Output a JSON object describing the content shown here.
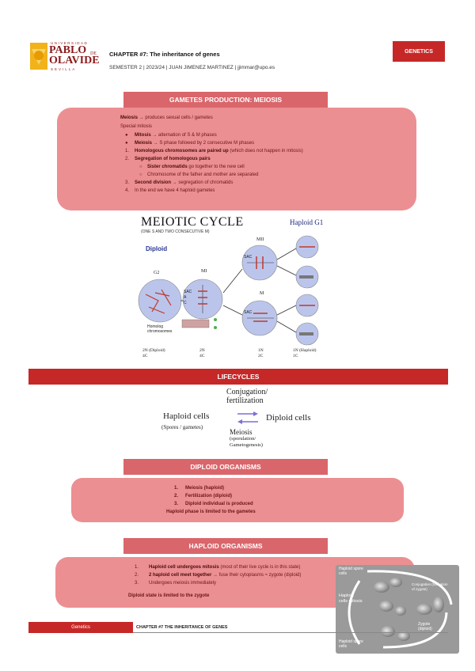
{
  "header": {
    "logo": {
      "top": "UNIVERSIDAD",
      "main1": "PABLO",
      "main2": "OLAVIDE",
      "de": "DE",
      "bottom": "SEVILLA"
    },
    "chapter_title": "CHAPTER #7: The inheritance of genes",
    "semester_line": "SEMESTER 2 | 2023/24 | JUAN JIMENEZ MARTINEZ | jjimmar@upo.es",
    "badge": "GENETICS"
  },
  "meiosis": {
    "heading": "GAMETES PRODUCTION: MEIOSIS",
    "line1_bold": "Meiosis",
    "line1_rest": " → produces sexual cells / gametes",
    "line2": "Special mitosis",
    "items": [
      {
        "marker": "●",
        "bold": "Mitosis",
        "rest": " → alternation of S & M phases"
      },
      {
        "marker": "●",
        "bold": "Meiosis",
        "rest": " → S phase followed by 2 consecutive M phases"
      },
      {
        "marker": "1.",
        "bold": "Homologous chromosomes are paired up",
        "rest": " (which does not happen in mitosis)"
      },
      {
        "marker": "2.",
        "bold": "Segregation of homologous pairs",
        "rest": ""
      },
      {
        "marker": "○",
        "bold": "Sister chromatids",
        "rest": " go together to the new cell",
        "sub": true
      },
      {
        "marker": "○",
        "bold": "",
        "rest": "Chromosome of the father and mother are separated",
        "sub": true
      },
      {
        "marker": "3.",
        "bold": "Second division",
        "rest": " → segregation of chromatids"
      },
      {
        "marker": "4.",
        "bold": "",
        "rest": "In the end we have 4 haploid gametes"
      }
    ]
  },
  "meiotic_figure": {
    "title": "MEIOTIC CYCLE",
    "subtitle": "(ONE S AND TWO CONSECUTIVE M)",
    "haploid_g1": "Haploid G1",
    "diploid": "Diploid",
    "labels": {
      "g2": "G2",
      "mi": "MI",
      "mii_top": "MII",
      "mii_bottom": "M",
      "sac1": "SAC",
      "sac2": "SAC",
      "sac3": "SAC",
      "a": "A",
      "c": "C",
      "homologous": "Homolog chromosomes"
    },
    "bottom": [
      {
        "l1": "2N (Diploid)",
        "l2": "4C"
      },
      {
        "l1": "2N",
        "l2": "4C"
      },
      {
        "l1": "1N",
        "l2": "2C"
      },
      {
        "l1": "1N (Haploid)",
        "l2": "1C"
      }
    ]
  },
  "lifecycles": {
    "heading": "LIFECYCLES",
    "conjugation": "Conjugation/",
    "fertilization": "fertilization",
    "haploid_cells": "Haploid cells",
    "spores": "(Spores / gametes)",
    "diploid_cells": "Diploid cells",
    "meiosis": "Meiosis",
    "sporulation": "(sporulation/",
    "gametogenesis": "Gametogenesis)"
  },
  "diploid": {
    "heading": "DIPLOID ORGANISMS",
    "items": [
      {
        "marker": "1.",
        "text": "Meiosis (haploid)"
      },
      {
        "marker": "2.",
        "text": "Fertilization (diploid)"
      },
      {
        "marker": "3.",
        "text": "Diploid individual is produced"
      }
    ],
    "note": "Haploid phase is limited to the gametes"
  },
  "haploid": {
    "heading": "HAPLOID ORGANISMS",
    "items": [
      {
        "marker": "1.",
        "bold": "Haploid cell undergoes mitosis",
        "rest": " (most of their live cycle is in this state)"
      },
      {
        "marker": "2.",
        "bold": "2 haploid cell meet together",
        "rest": " → fuse their cytoplasms ≈ zygote (diploid)"
      },
      {
        "marker": "3.",
        "bold": "",
        "rest": "Undergoes meiosis immediately"
      }
    ],
    "note": "Diploid state is limited to the zygote",
    "image_labels": {
      "haploid_spore": "Haploid spore cells",
      "haploid_mitosis": "Haploid cells mitosis",
      "zygote": "Zygote (diploid)",
      "conjugation": "Conjugation (formation of zygote)",
      "haploid_spore2": "Haploid spore cells"
    }
  },
  "footer": {
    "left": "Genetics",
    "right": "CHAPTER #7 THE INHERITANCE OF GENES"
  }
}
